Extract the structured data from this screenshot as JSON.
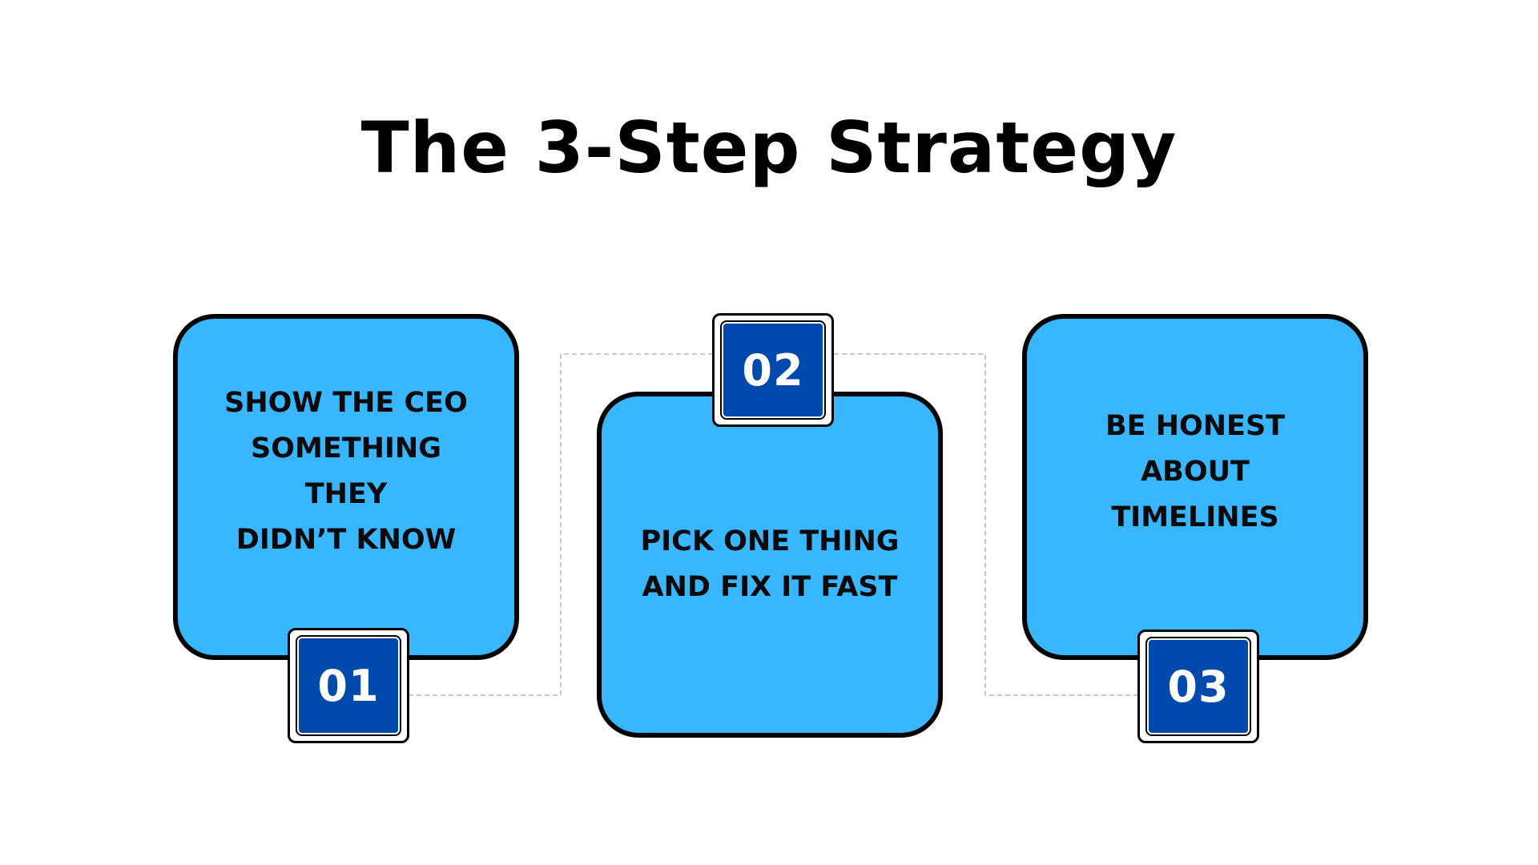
{
  "title": "The 3-Step Strategy",
  "colors": {
    "card_fill": "#38b6ff",
    "badge_fill": "#004aad",
    "outline": "#000000",
    "connector": "#c8c8c8"
  },
  "steps": [
    {
      "number": "01",
      "text": "SHOW THE CEO\nSOMETHING THEY\nDIDN’T KNOW"
    },
    {
      "number": "02",
      "text": "PICK ONE THING\nAND FIX IT FAST"
    },
    {
      "number": "03",
      "text": "BE HONEST\nABOUT TIMELINES"
    }
  ]
}
